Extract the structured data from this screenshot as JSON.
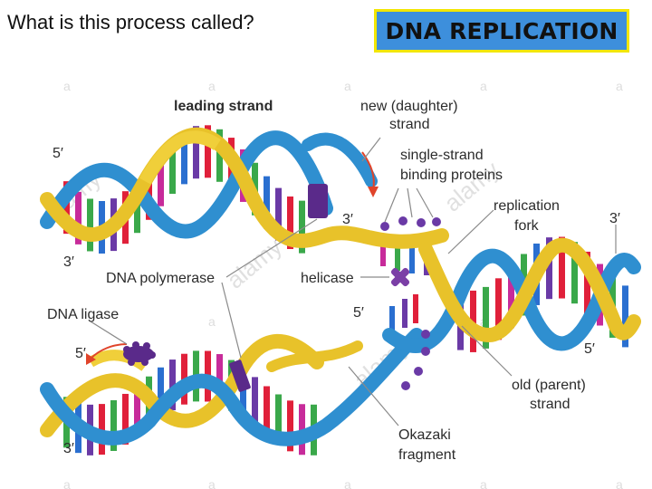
{
  "question": "What is this process called?",
  "answer": "DNA REPLICATION",
  "labels": {
    "leading_strand": "leading strand",
    "new_strand": "new (daughter)\nstrand",
    "ssb": "single-strand\nbinding proteins",
    "replication_fork": "replication\nfork",
    "dna_polymerase": "DNA polymerase",
    "helicase": "helicase",
    "dna_ligase": "DNA ligase",
    "old_strand": "old (parent)\nstrand",
    "okazaki": "Okazaki\nfragment",
    "five_prime": "5′",
    "three_prime": "3′"
  },
  "watermark": "alamy",
  "watermark_mark": "a",
  "colors": {
    "gold_strand": "#e8c22a",
    "blue_strand": "#2f8fd0",
    "answer_bg": "#3d8fdc",
    "answer_border": "#f2e600",
    "polymerase": "#5a2a8a",
    "helicase": "#7b3fa6",
    "base_red": "#e0203a",
    "base_magenta": "#c72b9a",
    "base_green": "#3aa84a",
    "base_blue": "#2a6fd0",
    "base_purple": "#6a3aa6",
    "arrow_red": "#e0442a"
  }
}
